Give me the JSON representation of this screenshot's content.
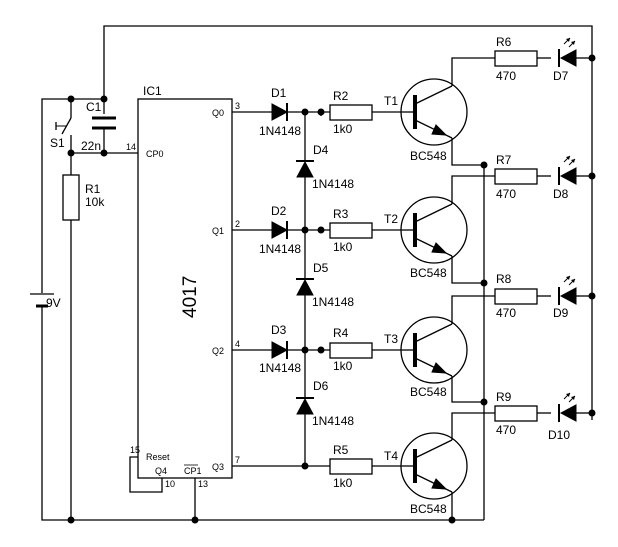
{
  "ic": {
    "name": "IC1",
    "part": "4017",
    "pins": {
      "q0": "Q0",
      "q1": "Q1",
      "q2": "Q2",
      "q3": "Q3",
      "cp0": "CP0",
      "reset": "Reset",
      "q4": "Q4",
      "cp1": "CP1"
    },
    "pin_numbers": {
      "q0": "3",
      "q1": "2",
      "q2": "4",
      "q3": "7",
      "cp0": "14",
      "reset": "15",
      "q4": "10",
      "cp1": "13"
    }
  },
  "c1": {
    "name": "C1",
    "value": "22n"
  },
  "s1": {
    "name": "S1"
  },
  "r1": {
    "name": "R1",
    "value": "10k"
  },
  "battery": {
    "value": "9V"
  },
  "diodes": [
    {
      "name": "D1",
      "part": "1N4148"
    },
    {
      "name": "D2",
      "part": "1N4148"
    },
    {
      "name": "D3",
      "part": "1N4148"
    },
    {
      "name": "D4",
      "part": "1N4148"
    },
    {
      "name": "D5",
      "part": "1N4148"
    },
    {
      "name": "D6",
      "part": "1N4148"
    }
  ],
  "base_resistors": [
    {
      "name": "R2",
      "value": "1k0"
    },
    {
      "name": "R3",
      "value": "1k0"
    },
    {
      "name": "R4",
      "value": "1k0"
    },
    {
      "name": "R5",
      "value": "1k0"
    }
  ],
  "transistors": [
    {
      "name": "T1",
      "part": "BC548"
    },
    {
      "name": "T2",
      "part": "BC548"
    },
    {
      "name": "T3",
      "part": "BC548"
    },
    {
      "name": "T4",
      "part": "BC548"
    }
  ],
  "led_resistors": [
    {
      "name": "R6",
      "value": "470"
    },
    {
      "name": "R7",
      "value": "470"
    },
    {
      "name": "R8",
      "value": "470"
    },
    {
      "name": "R9",
      "value": "470"
    }
  ],
  "leds": [
    {
      "name": "D7"
    },
    {
      "name": "D8"
    },
    {
      "name": "D9"
    },
    {
      "name": "D10"
    }
  ]
}
